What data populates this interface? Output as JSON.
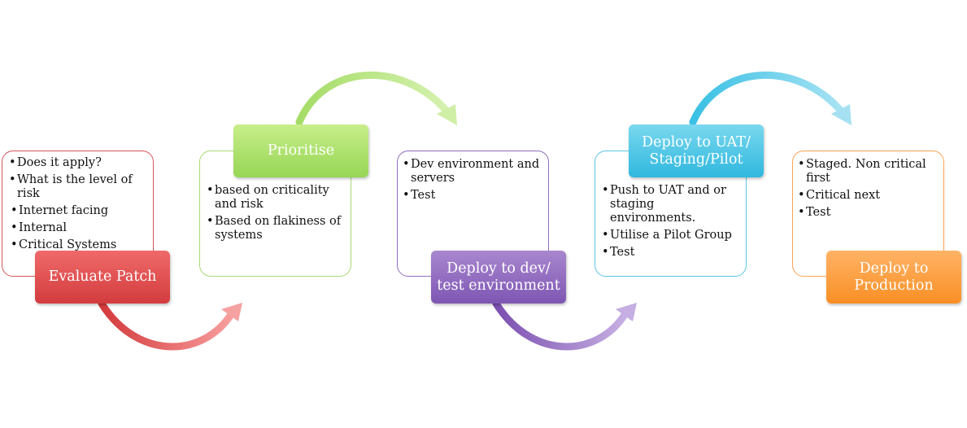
{
  "steps": [
    {
      "title": "Evaluate Patch",
      "color": "#e0474a",
      "items": [
        {
          "text": "Does it apply?",
          "level": 0
        },
        {
          "text": "What is the level of risk",
          "level": 0
        },
        {
          "text": "Internet facing",
          "level": 1
        },
        {
          "text": "Internal",
          "level": 1
        },
        {
          "text": "Critical Systems",
          "level": 1
        }
      ]
    },
    {
      "title": "Prioritise",
      "color": "#a9df6c",
      "items": [
        {
          "text": "based on criticality and risk",
          "level": 0
        },
        {
          "text": "Based on flakiness of systems",
          "level": 0
        }
      ]
    },
    {
      "title": "Deploy to dev/ test environment",
      "color": "#8e68c0",
      "items": [
        {
          "text": "Dev environment and servers",
          "level": 0
        },
        {
          "text": "Test",
          "level": 0
        }
      ]
    },
    {
      "title": "Deploy to UAT/ Staging/Pilot",
      "color": "#45c4e6",
      "items": [
        {
          "text": "Push to UAT and or staging environments.",
          "level": 0
        },
        {
          "text": "Utilise a Pilot Group",
          "level": 0
        },
        {
          "text": "Test",
          "level": 0
        }
      ]
    },
    {
      "title": "Deploy to Production",
      "color": "#fb9b3a",
      "items": [
        {
          "text": "Staged. Non critical first",
          "level": 0
        },
        {
          "text": "Critical next",
          "level": 0
        },
        {
          "text": "Test",
          "level": 0
        }
      ]
    }
  ],
  "arrows": [
    {
      "from": "Evaluate Patch",
      "to": "Prioritise",
      "color": "#e0474a"
    },
    {
      "from": "Prioritise",
      "to": "Deploy to dev/ test environment",
      "color": "#a9df6c"
    },
    {
      "from": "Deploy to dev/ test environment",
      "to": "Deploy to UAT/ Staging/Pilot",
      "color": "#8e68c0"
    },
    {
      "from": "Deploy to UAT/ Staging/Pilot",
      "to": "Deploy to Production",
      "color": "#45c4e6"
    }
  ]
}
